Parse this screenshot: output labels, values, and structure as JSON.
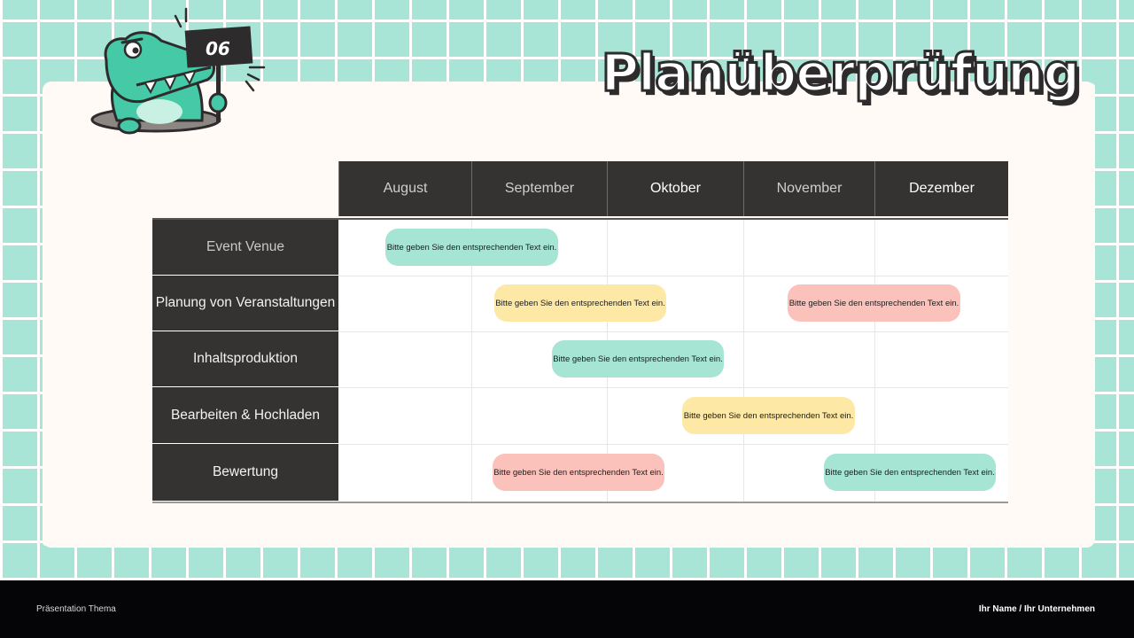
{
  "slide": {
    "number": "06",
    "title": "Planüberprüfung"
  },
  "table": {
    "months": [
      "August",
      "September",
      "Oktober",
      "November",
      "Dezember"
    ],
    "rows": [
      "Event Venue",
      "Planung von Veranstaltungen",
      "Inhaltsproduktion",
      "Bearbeiten & Hochladen",
      "Bewertung"
    ],
    "pills": [
      {
        "row": "Event Venue",
        "text": "Bitte geben Sie den entsprechenden Text ein.",
        "color": "#a6e4d4"
      },
      {
        "row": "Planung von Veranstaltungen",
        "text": "Bitte geben Sie den entsprechenden Text ein.",
        "color": "#fde8a6"
      },
      {
        "row": "Planung von Veranstaltungen",
        "text": "Bitte geben Sie den entsprechenden Text ein.",
        "color": "#fbc1bb"
      },
      {
        "row": "Inhaltsproduktion",
        "text": "Bitte geben Sie den entsprechenden Text ein.",
        "color": "#a6e4d4"
      },
      {
        "row": "Bearbeiten & Hochladen",
        "text": "Bitte geben Sie den entsprechenden Text ein.",
        "color": "#fde8a6"
      },
      {
        "row": "Bewertung",
        "text": "Bitte geben Sie den entsprechenden Text ein.",
        "color": "#fbc1bb"
      },
      {
        "row": "Bewertung",
        "text": "Bitte geben Sie den entsprechenden Text ein.",
        "color": "#a6e4d4"
      }
    ]
  },
  "footer": {
    "left": "Präsentation Thema",
    "right": "Ihr Name / Ihr Unternehmen"
  },
  "colors": {
    "background_tile": "#a8e5d6",
    "header_dark": "#353232",
    "mint": "#a6e4d4",
    "yellow": "#fde8a6",
    "pink": "#fbc1bb",
    "footer": "#050507"
  },
  "icons": [
    "crocodile-mascot",
    "number-sign"
  ]
}
